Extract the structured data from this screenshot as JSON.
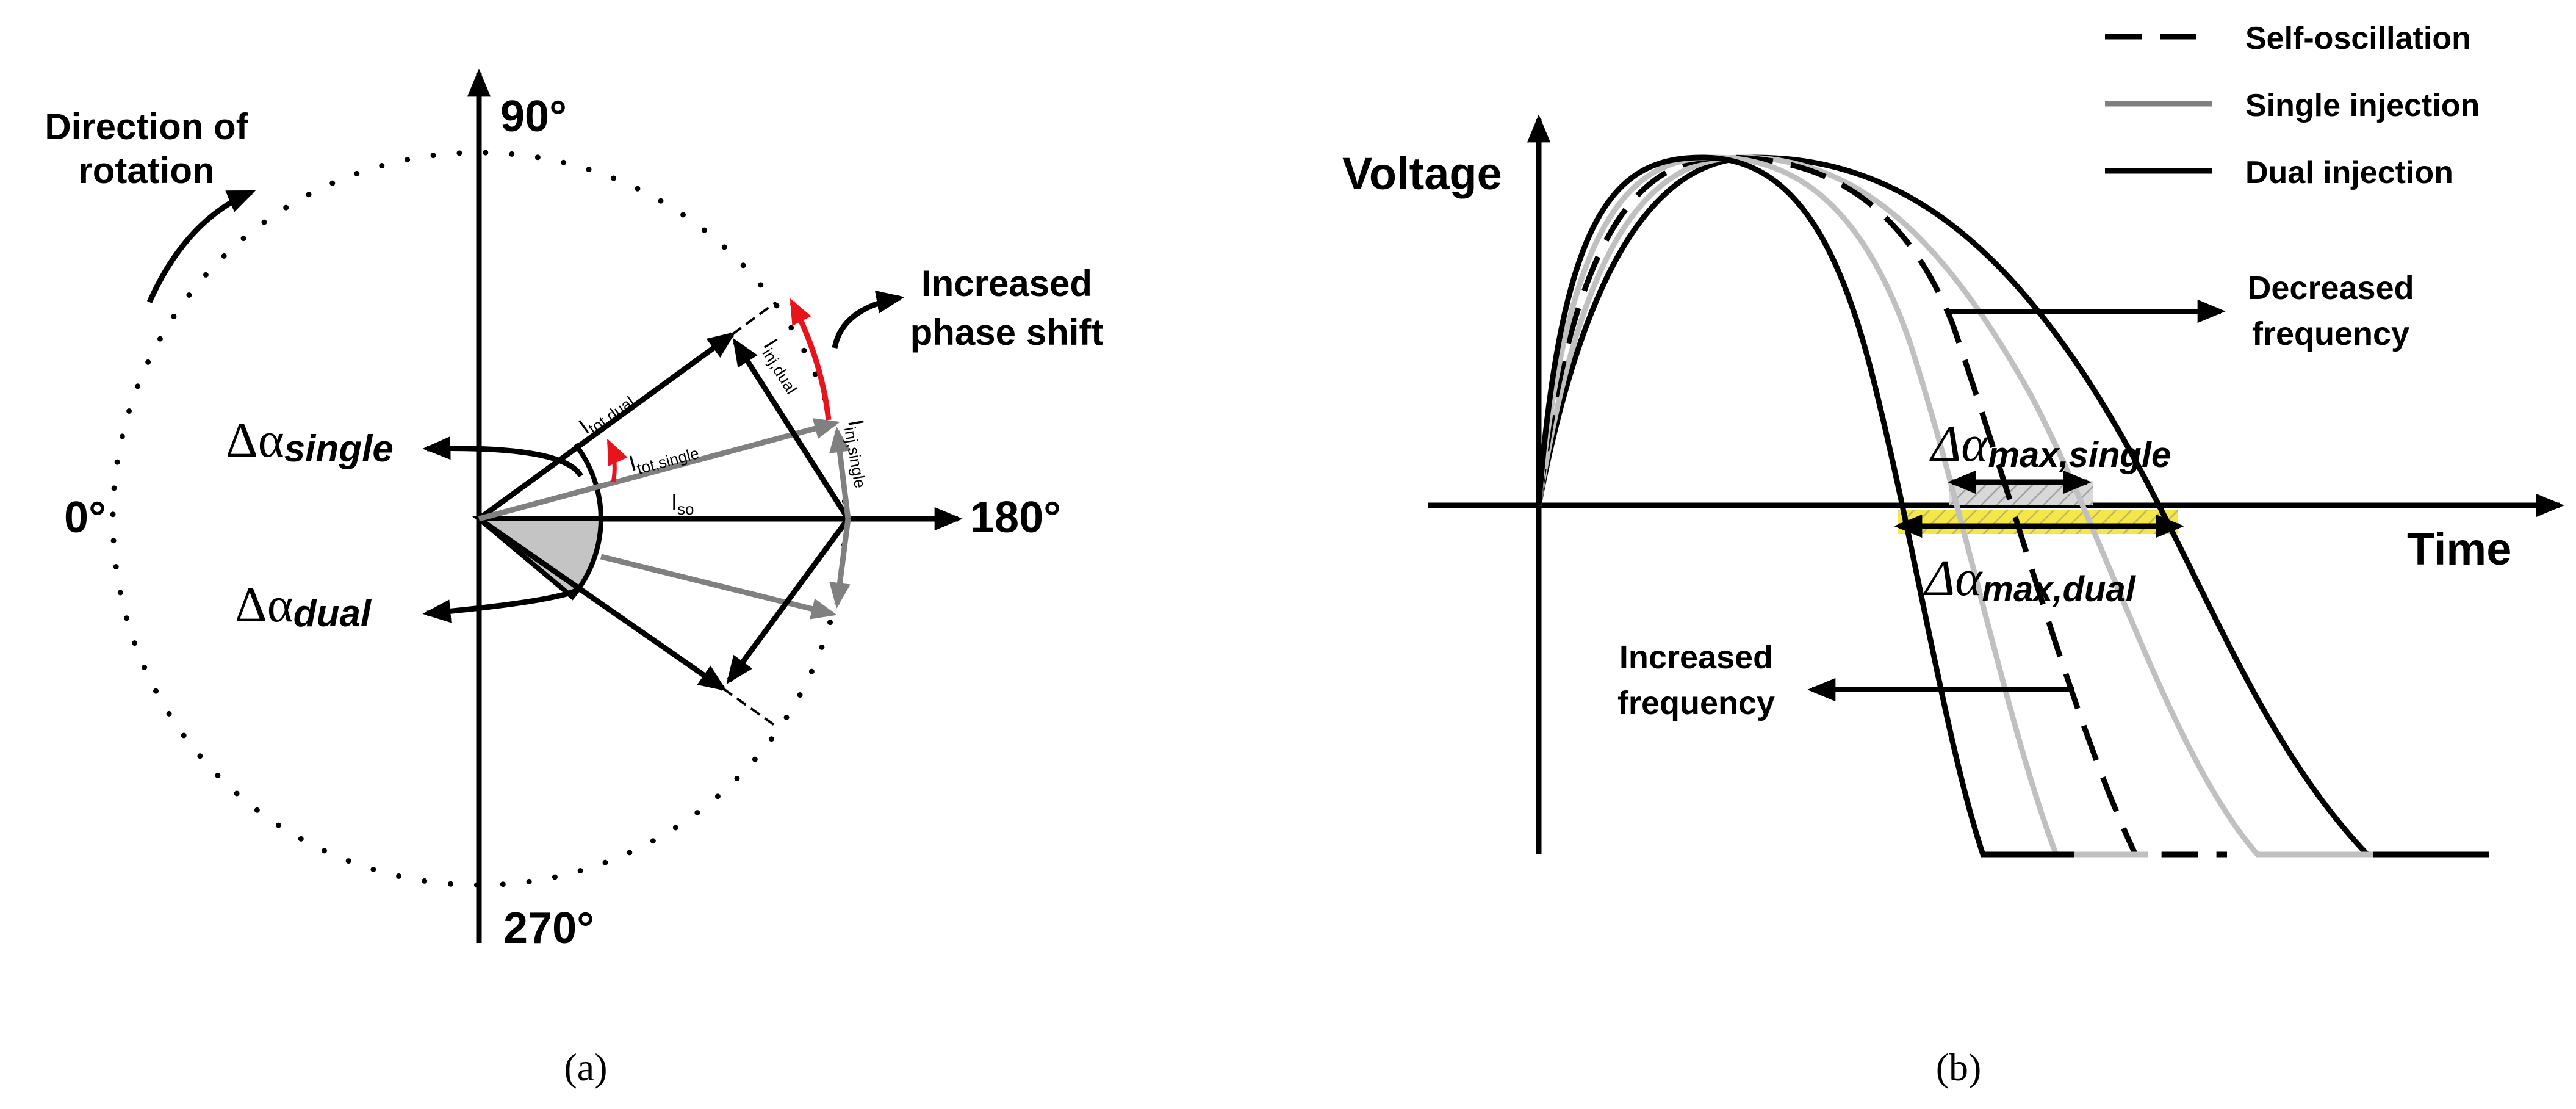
{
  "panel_a": {
    "caption": "(a)",
    "axis_90": "90°",
    "axis_0": "0°",
    "axis_180": "180°",
    "axis_270": "270°",
    "direction_line1": "Direction of",
    "direction_line2": "rotation",
    "increased_line1": "Increased",
    "increased_line2": "phase shift",
    "delta_symbol": "Δα",
    "delta_single_sub": "single",
    "delta_dual_sub": "dual",
    "i_tot_dual": "I",
    "i_tot_dual_sub": "tot,dual",
    "i_tot_single": "I",
    "i_tot_single_sub": "tot,single",
    "i_so": "I",
    "i_so_sub": "so",
    "i_inj_dual": "I",
    "i_inj_dual_sub": "inj,dual",
    "i_inj_single": "I",
    "i_inj_single_sub": "inj,single",
    "colors": {
      "black": "#000000",
      "gray": "#808080",
      "red": "#e8141b",
      "sector": "#c4c4c4"
    }
  },
  "panel_b": {
    "caption": "(b)",
    "ylabel": "Voltage",
    "xlabel": "Time",
    "legend": [
      {
        "label": "Self-oscillation",
        "style": "dashed",
        "color": "#000000"
      },
      {
        "label": "Single injection",
        "style": "solid",
        "color": "#808080"
      },
      {
        "label": "Dual injection",
        "style": "solid",
        "color": "#000000"
      }
    ],
    "decreased_line1": "Decreased",
    "decreased_line2": "frequency",
    "increased_line1": "Increased",
    "increased_line2": "frequency",
    "delta_symbol": "Δα",
    "max_single_sub": "max,single",
    "max_dual_sub": "max,dual",
    "colors": {
      "highlight": "#f5e64a",
      "light_gray": "#c0c0c0",
      "hatch_gray": "#bcbcbc"
    }
  }
}
